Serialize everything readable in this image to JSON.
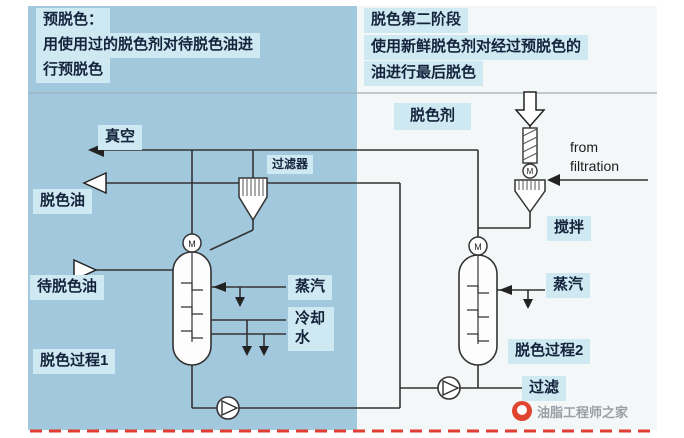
{
  "colors": {
    "left_panel": "#a2c8dd",
    "right_panel": "#f3f7f8",
    "label_bg": "#cfe9f2",
    "text": "#14233c",
    "line": "#333333",
    "dashed_line": "#e03c31",
    "watermark_text": "#9aa0a5",
    "logo": "#e0442f"
  },
  "header": {
    "left": {
      "title": "预脱色：",
      "desc1": "用使用过的脱色剂对待脱色油进",
      "desc2": "行预脱色"
    },
    "right": {
      "title": "脱色第二阶段",
      "desc1": "使用新鲜脱色剂对经过预脱色的",
      "desc2": "油进行最后脱色"
    }
  },
  "labels": {
    "vacuum": "真空",
    "bleaching_agent": "脱色剂",
    "filter_unit": "过滤器",
    "from_filtration": "from filtration",
    "bleached_oil": "脱色油",
    "stirring": "搅拌",
    "oil_to_bleach": "待脱色油",
    "steam_left": "蒸汽",
    "cooling_water": "冷却水",
    "steam_right": "蒸汽",
    "process_1": "脱色过程1",
    "process_2": "脱色过程2",
    "filtration": "过滤",
    "motor": "M"
  },
  "watermark": {
    "text": "油脂工程师之家"
  }
}
